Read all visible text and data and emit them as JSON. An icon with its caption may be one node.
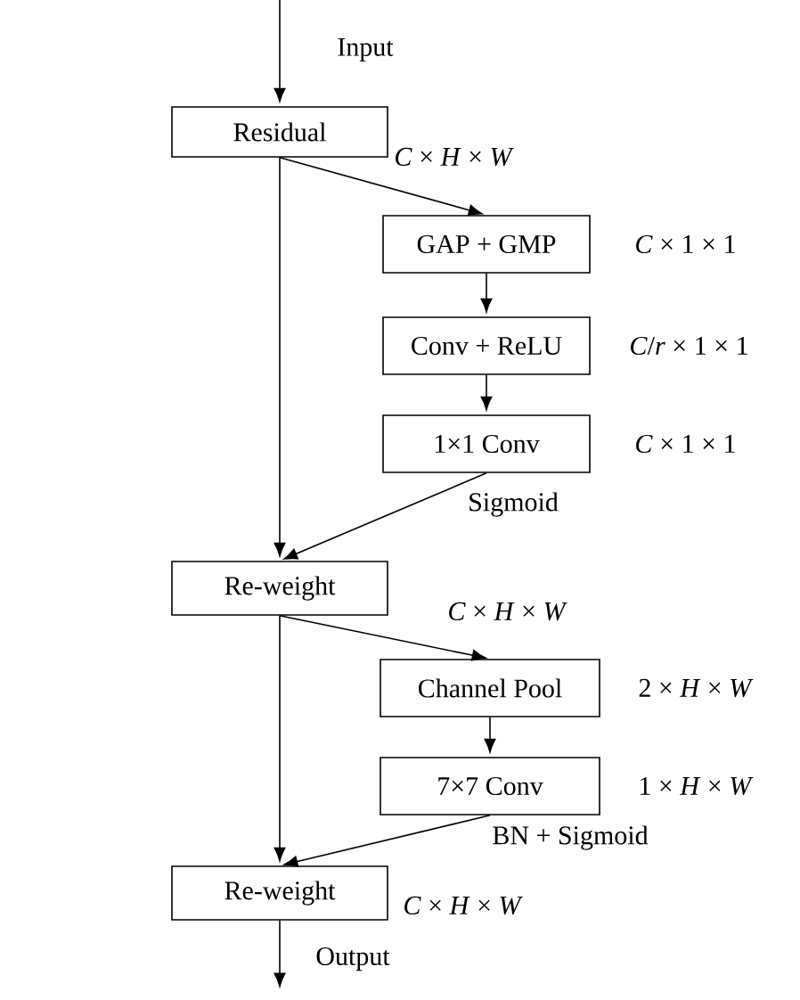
{
  "diagram": {
    "nodes": [
      {
        "text": [
          "Residual"
        ],
        "beside": [
          "*C* × *H* × *W*"
        ]
      },
      {
        "text": [
          "GAP + GMP"
        ],
        "beside": [
          "*C* × 1 × 1"
        ]
      },
      {
        "text": [
          "Conv + ReLU"
        ],
        "beside": [
          "*C*/*r* × 1 × 1"
        ]
      },
      {
        "text": [
          "1×1  Conv"
        ],
        "beside": [
          "*C* × 1 × 1"
        ]
      },
      {
        "text": [
          "Re-weight"
        ],
        "beside": [
          "*C* × *H* × *W*"
        ]
      },
      {
        "text": [
          "Channel Pool"
        ],
        "beside": [
          "2 × *H* × *W*"
        ]
      },
      {
        "text": [
          "7×7  Conv"
        ],
        "beside": [
          "1 × *H* × *W*"
        ]
      },
      {
        "text": [
          "Re-weight"
        ],
        "beside": [
          "*C* × *H* × *W*"
        ]
      }
    ],
    "edges": [
      {
        "from": null,
        "to": 0,
        "arrow": "to",
        "label": "Input"
      },
      {
        "from": 0,
        "to": 1,
        "arrow": "to"
      },
      {
        "from": 1,
        "to": 2,
        "arrow": "to"
      },
      {
        "from": 2,
        "to": 3,
        "arrow": "to"
      },
      {
        "from": 3,
        "to": 4,
        "arrow": "to",
        "label": "Sigmoid"
      },
      {
        "from": 0,
        "to": 4,
        "arrow": "to"
      },
      {
        "from": 4,
        "to": 5,
        "arrow": "to"
      },
      {
        "from": 5,
        "to": 6,
        "arrow": "to"
      },
      {
        "from": 6,
        "to": 7,
        "arrow": "to",
        "label": "BN + Sigmoid"
      },
      {
        "from": 4,
        "to": 7,
        "arrow": "to"
      },
      {
        "from": 7,
        "to": null,
        "arrow": "to",
        "label": "Output"
      }
    ]
  }
}
